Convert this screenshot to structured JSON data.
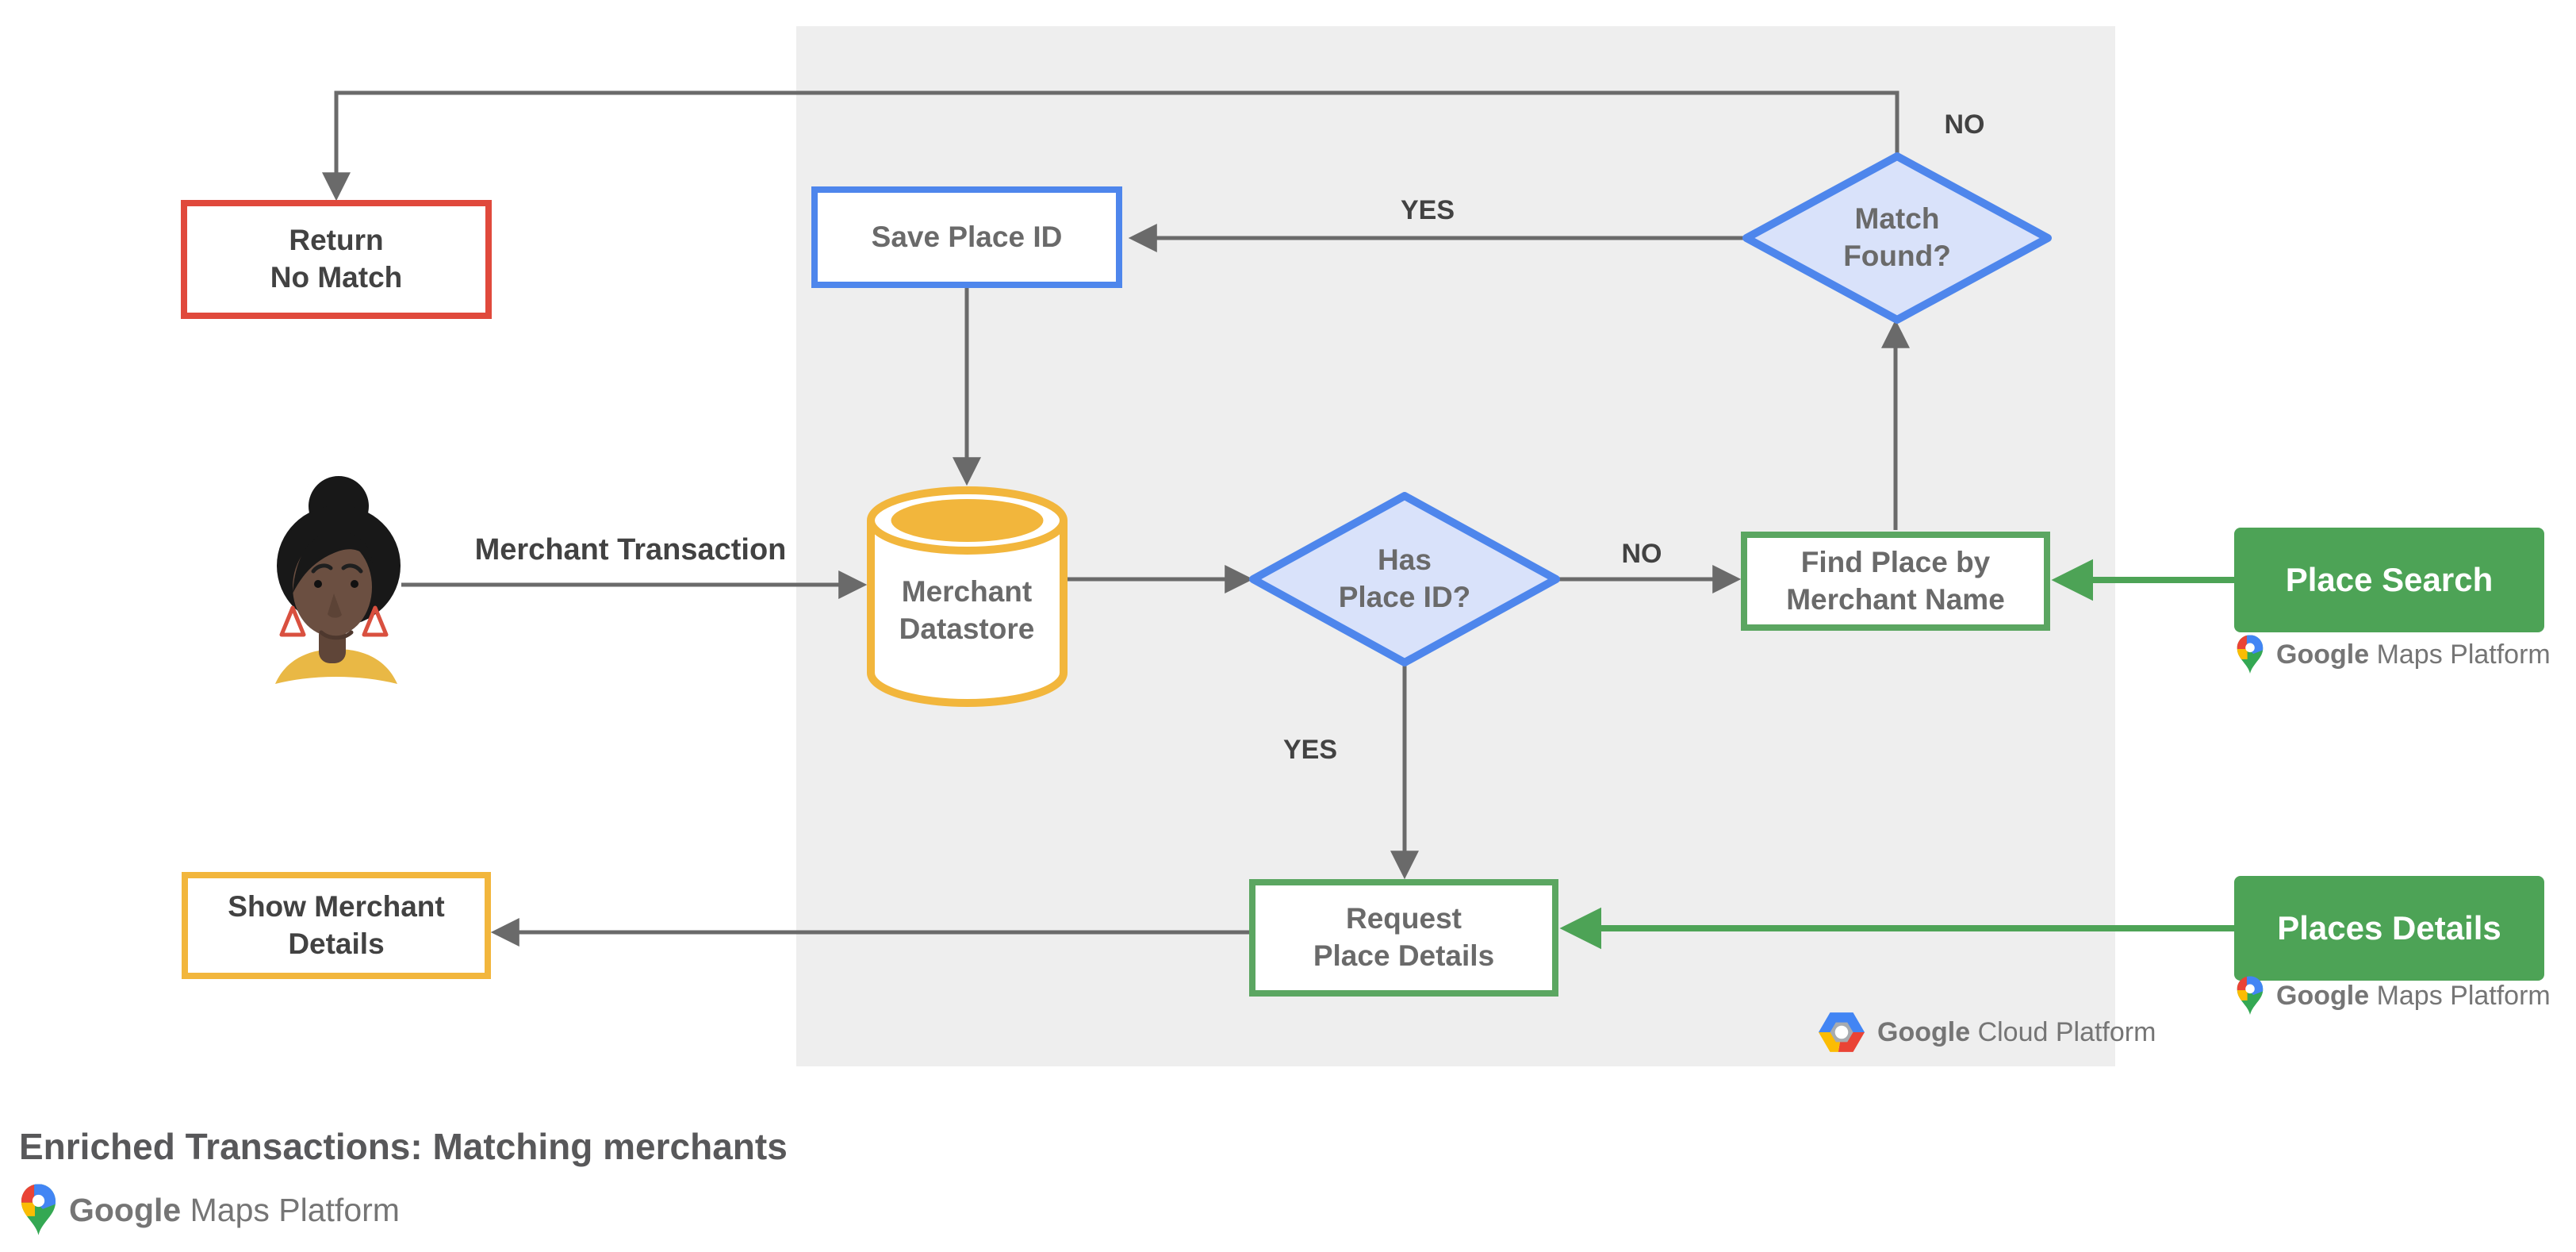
{
  "nodes": {
    "return_no_match": {
      "label": "Return\nNo Match",
      "border_color": "#E0493C"
    },
    "save_place_id": {
      "label": "Save Place ID",
      "border_color": "#4E86EC"
    },
    "merchant_datastore": {
      "label": "Merchant\nDatastore",
      "accent_color": "#F2B63C"
    },
    "match_found": {
      "label": "Match\nFound?",
      "border_color": "#4E86EC",
      "fill_color": "#D9E2FA"
    },
    "has_place_id": {
      "label": "Has\nPlace ID?",
      "border_color": "#4E86EC",
      "fill_color": "#D9E2FA"
    },
    "find_place_by_merchant_name": {
      "label": "Find Place by\nMerchant Name",
      "border_color": "#5BA661"
    },
    "request_place_details": {
      "label": "Request\nPlace Details",
      "border_color": "#5BA661"
    },
    "show_merchant_details": {
      "label": "Show Merchant\nDetails",
      "border_color": "#F2B63C"
    },
    "place_search": {
      "label": "Place Search",
      "bg_color": "#4DA356"
    },
    "places_details": {
      "label": "Places Details",
      "bg_color": "#4DA356"
    }
  },
  "edge_labels": {
    "match_found_no": "NO",
    "match_found_yes": "YES",
    "has_place_id_no": "NO",
    "has_place_id_yes": "YES",
    "merchant_transaction": "Merchant Transaction"
  },
  "logos": {
    "gmp": {
      "brand": "Google",
      "product": "Maps Platform",
      "icon": "maps-pin-icon"
    },
    "gcp": {
      "brand": "Google",
      "product": "Cloud Platform",
      "icon": "cloud-hexagon-icon"
    }
  },
  "footer": {
    "title": "Enriched Transactions: Matching merchants"
  },
  "colors": {
    "red": "#E0493C",
    "blue": "#4E86EC",
    "blue_fill": "#D9E2FA",
    "yellow": "#F2B63C",
    "green_border": "#5BA661",
    "green_fill": "#4DA356",
    "arrow_gray": "#6A6A6A",
    "panel_bg": "#EEEEEE",
    "dark_text": "#424242",
    "gray_text": "#6A6A6A",
    "logo_text": "#757575"
  }
}
